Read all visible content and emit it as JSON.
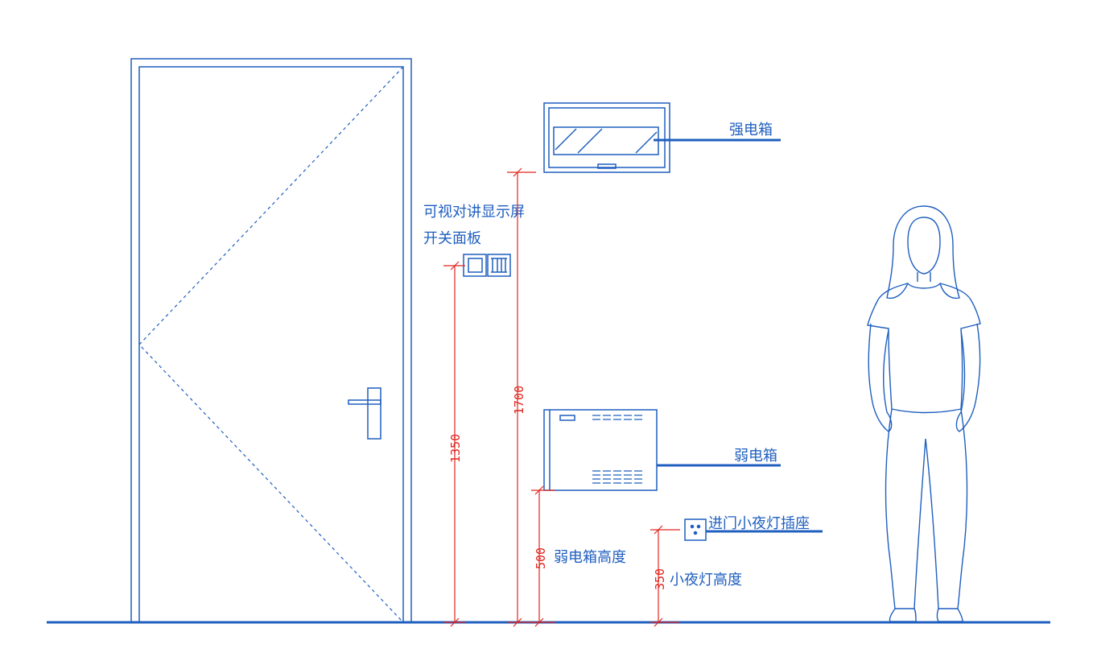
{
  "labels": {
    "strong_box": "强电箱",
    "intercom_line1": "可视对讲显示屏",
    "intercom_line2": "开关面板",
    "weak_box": "弱电箱",
    "weak_box_height": "弱电箱高度",
    "night_light_socket": "进门小夜灯插座",
    "night_light_height": "小夜灯高度"
  },
  "dimensions": {
    "switch_height": "1350",
    "strong_box_height": "1700",
    "weak_box_height": "500",
    "night_light_height": "350"
  },
  "colors": {
    "drawing": "#1f5fbf",
    "dimension": "#e0261f",
    "background": "#ffffff"
  }
}
